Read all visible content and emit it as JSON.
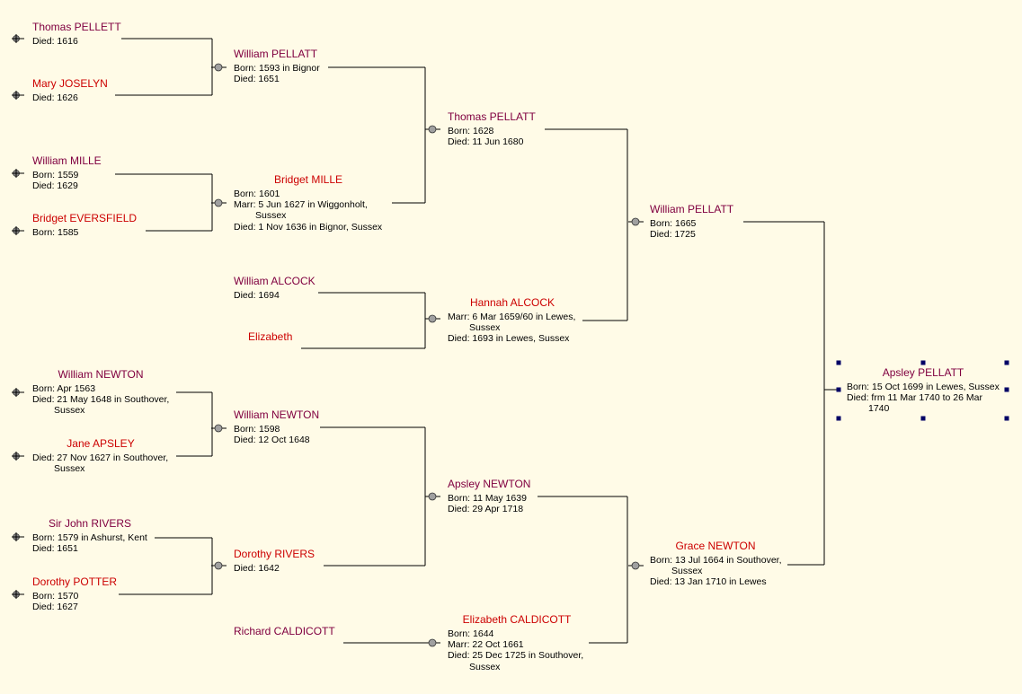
{
  "colors": {
    "background": "#fffbe7",
    "male_name": "#800040",
    "female_name": "#cc0000",
    "line": "#000000",
    "selection_handle": "#000066"
  },
  "people": {
    "p_thomas_pellett": {
      "name": "Thomas PELLETT",
      "sex": "M",
      "details": [
        "Died: 1616"
      ]
    },
    "p_mary_joselyn": {
      "name": "Mary  JOSELYN",
      "sex": "F",
      "details": [
        "Died: 1626"
      ]
    },
    "p_william_mille": {
      "name": "William MILLE",
      "sex": "M",
      "details": [
        "Born: 1559",
        "Died: 1629"
      ]
    },
    "p_bridget_eversfield": {
      "name": "Bridget EVERSFIELD",
      "sex": "F",
      "details": [
        "Born: 1585"
      ]
    },
    "p_william_newton_sr": {
      "name": "William NEWTON",
      "sex": "M",
      "details": [
        "Born: Apr 1563",
        "Died: 21 May 1648 in Southover,",
        "Sussex"
      ]
    },
    "p_jane_apsley": {
      "name": "Jane APSLEY",
      "sex": "F",
      "details": [
        "Died: 27 Nov 1627 in Southover,",
        "Sussex"
      ]
    },
    "p_john_rivers": {
      "name": "Sir John RIVERS",
      "sex": "M",
      "details": [
        "Born: 1579 in Ashurst, Kent",
        "Died: 1651"
      ]
    },
    "p_dorothy_potter": {
      "name": "Dorothy POTTER",
      "sex": "F",
      "details": [
        "Born: 1570",
        "Died: 1627"
      ]
    },
    "p_william_pellatt_1593": {
      "name": "William PELLATT",
      "sex": "M",
      "details": [
        "Born: 1593 in Bignor",
        "Died:  1651"
      ]
    },
    "p_bridget_mille": {
      "name": "Bridget MILLE",
      "sex": "F",
      "details": [
        "Born: 1601",
        "Marr: 5 Jun 1627 in Wiggonholt,",
        "Sussex",
        "Died: 1 Nov 1636 in Bignor, Sussex"
      ]
    },
    "p_william_alcock": {
      "name": "William ALCOCK",
      "sex": "M",
      "details": [
        "Died: 1694"
      ]
    },
    "p_elizabeth": {
      "name": "Elizabeth",
      "sex": "F",
      "details": []
    },
    "p_william_newton_jr": {
      "name": "William NEWTON",
      "sex": "M",
      "details": [
        "Born: 1598",
        "Died: 12 Oct 1648"
      ]
    },
    "p_dorothy_rivers": {
      "name": "Dorothy  RIVERS",
      "sex": "F",
      "details": [
        "Died: 1642"
      ]
    },
    "p_richard_caldicott": {
      "name": "Richard CALDICOTT",
      "sex": "M",
      "details": []
    },
    "p_thomas_pellatt": {
      "name": "Thomas PELLATT",
      "sex": "M",
      "details": [
        "Born: 1628",
        "Died: 11 Jun 1680"
      ]
    },
    "p_hannah_alcock": {
      "name": "Hannah ALCOCK",
      "sex": "F",
      "details": [
        "Marr: 6 Mar 1659/60 in Lewes,",
        "Sussex",
        "Died: 1693 in Lewes, Sussex"
      ]
    },
    "p_apsley_newton": {
      "name": "Apsley  NEWTON",
      "sex": "M",
      "details": [
        "Born: 11 May 1639",
        "Died: 29 Apr 1718"
      ]
    },
    "p_elizabeth_caldicott": {
      "name": "Elizabeth  CALDICOTT",
      "sex": "F",
      "details": [
        "Born: 1644",
        "Marr: 22 Oct 1661",
        "Died: 25 Dec 1725 in Southover,",
        "Sussex"
      ]
    },
    "p_william_pellatt_1665": {
      "name": "William PELLATT",
      "sex": "M",
      "details": [
        "Born: 1665",
        "Died: 1725"
      ]
    },
    "p_grace_newton": {
      "name": "Grace  NEWTON",
      "sex": "F",
      "details": [
        "Born: 13 Jul 1664 in Southover,",
        "Sussex",
        "Died: 13 Jan 1710 in Lewes"
      ]
    },
    "p_apsley_pellatt": {
      "name": "Apsley  PELLATT",
      "sex": "M",
      "selected": true,
      "details": [
        "Born: 15 Oct 1699 in Lewes, Sussex",
        "Died: frm 11 Mar 1740 to 26 Mar",
        "1740"
      ]
    }
  }
}
